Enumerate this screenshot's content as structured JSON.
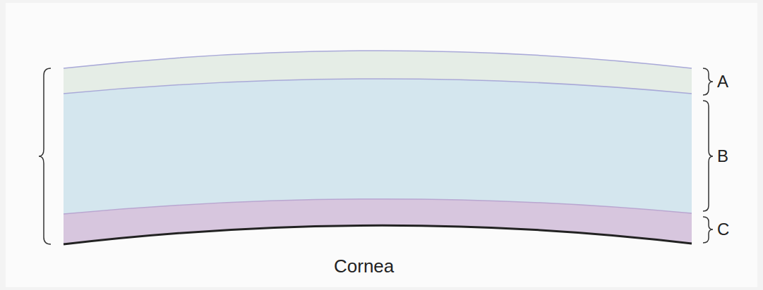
{
  "diagram": {
    "labels": [
      "A",
      "B",
      "C",
      "Cornea"
    ]
  }
}
